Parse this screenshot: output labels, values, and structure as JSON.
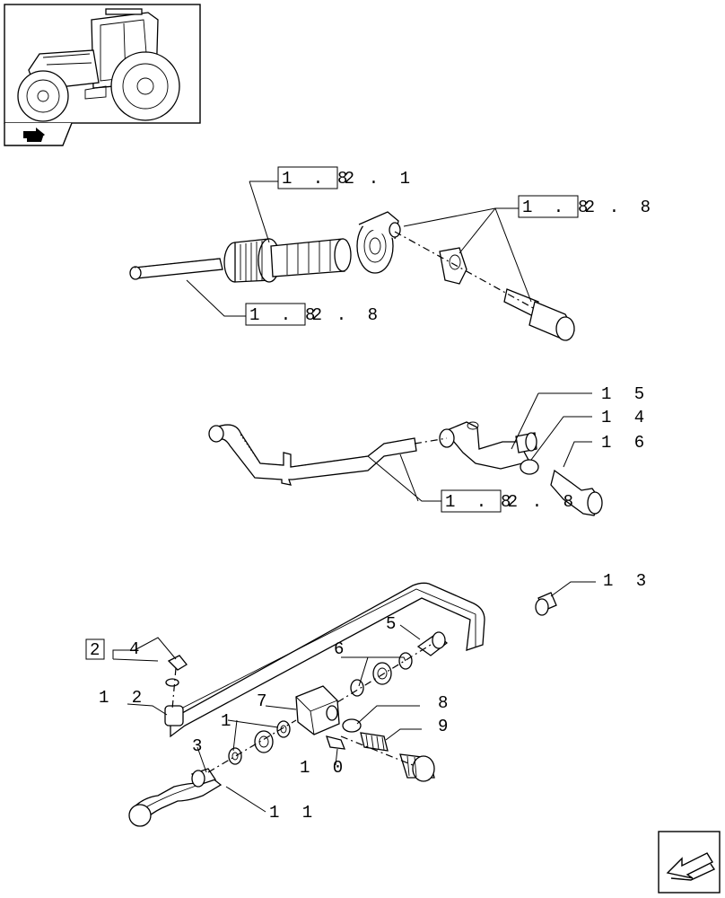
{
  "thumbnail": {
    "icon": "tractor-icon"
  },
  "section_icon": "section-arrow-icon",
  "nav_icon": "next-page-arrow-icon",
  "refs": {
    "r1": {
      "boxed": "1 . 2",
      "rest": "8 . 1"
    },
    "r2": {
      "boxed": "1 . 2",
      "rest": "8 . 8"
    },
    "r3": {
      "boxed": "1 . 2",
      "rest": "8 . 8"
    },
    "r4": {
      "boxed": "1 . 2",
      "rest": "8 . 8"
    },
    "r5": {
      "boxed": "2",
      "rest": ""
    }
  },
  "callouts": {
    "c15": "1 5",
    "c14": "1 4",
    "c16": "1 6",
    "c13": "1 3",
    "c5": "5",
    "c4": "4",
    "c6": "6",
    "c7": "7",
    "c8": "8",
    "c9": "9",
    "c12": "1 2",
    "c1": "1",
    "c3": "3",
    "c10": "1 0",
    "c11": "1 1"
  }
}
